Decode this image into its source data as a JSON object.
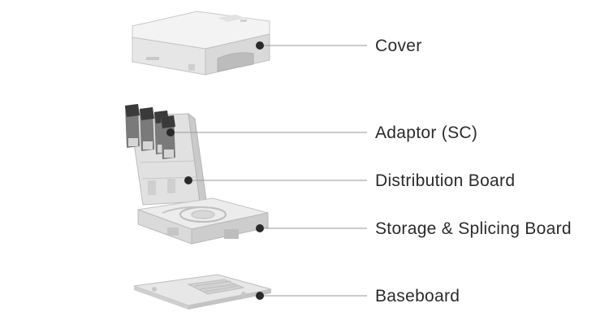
{
  "parts": [
    {
      "id": "cover",
      "label": "Cover"
    },
    {
      "id": "adaptor",
      "label": "Adaptor (SC)"
    },
    {
      "id": "distribution-board",
      "label": "Distribution Board"
    },
    {
      "id": "storage-splicing-board",
      "label": "Storage & Splicing Board"
    },
    {
      "id": "baseboard",
      "label": "Baseboard"
    }
  ],
  "colors": {
    "text": "#2b2b2b",
    "leader_line": "#9a9a9a",
    "marker_dot": "#2a2a2a",
    "housing_light": "#f1f1f1",
    "housing_mid": "#dcdcdc",
    "housing_dark": "#bdbdbd",
    "adaptor_black": "#3a3a3a"
  }
}
